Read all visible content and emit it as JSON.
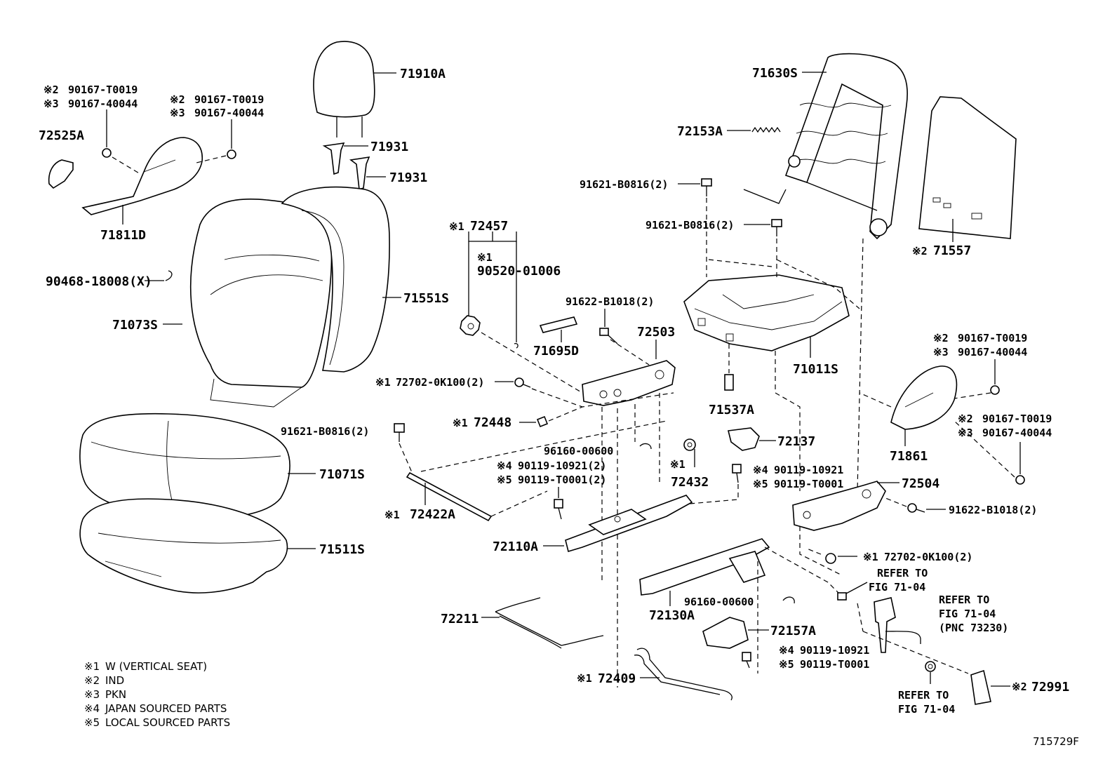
{
  "diagram_id": "715729F",
  "labels": {
    "p71910A": "71910A",
    "p71931a": "71931",
    "p71931b": "71931",
    "p71630S": "71630S",
    "p72153A": "72153A",
    "p71557": "71557",
    "p72525A": "72525A",
    "p71811D": "71811D",
    "p90468": "90468-18008(X)",
    "p71073S": "71073S",
    "p71551S": "71551S",
    "p72457": "72457",
    "p90520": "90520-01006",
    "p91622a": "91622-B1018(2)",
    "p71695D": "71695D",
    "p72503": "72503",
    "p91621a": "91621-B0816(2)",
    "p91621b": "91621-B0816(2)",
    "p71011S": "71011S",
    "p72702a": "72702-0K100(2)",
    "p72448": "72448",
    "p71537A": "71537A",
    "p91621c": "91621-B0816(2)",
    "p96160a": "96160-00600",
    "p72432": "72432",
    "p72137": "72137",
    "p71071S": "71071S",
    "p90119a": "90119-10921(2)",
    "p90119b": "90119-T0001(2)",
    "p90119c": "90119-10921",
    "p90119d": "90119-T0001",
    "p72504": "72504",
    "p72422A": "72422A",
    "p91622b": "91622-B1018(2)",
    "p71861": "71861",
    "p72110A": "72110A",
    "p71511S": "71511S",
    "p72702b": "72702-0K100(2)",
    "p72130A": "72130A",
    "p96160b": "96160-00600",
    "p72211": "72211",
    "p72157A": "72157A",
    "p90119e": "90119-10921",
    "p90119f": "90119-T0001",
    "p72409": "72409",
    "p72991": "72991",
    "refer1a": "REFER TO",
    "refer1b": "FIG 71-04",
    "refer2a": "REFER TO",
    "refer2b": "FIG 71-04",
    "refer2c": "(PNC 73230)",
    "refer3a": "REFER TO",
    "refer3b": "FIG 71-04",
    "tl1": "90167-T0019",
    "tl2": "90167-40044",
    "tm1": "90167-T0019",
    "tm2": "90167-40044",
    "tr1": "90167-T0019",
    "tr2": "90167-40044",
    "tr3": "90167-T0019",
    "tr4": "90167-40044"
  },
  "marks": {
    "m1": "※1",
    "m2": "※2",
    "m3": "※3",
    "m4": "※4",
    "m5": "※5"
  },
  "legend": [
    {
      "mark": "※1",
      "text": "W (VERTICAL  SEAT)"
    },
    {
      "mark": "※2",
      "text": "IND"
    },
    {
      "mark": "※3",
      "text": "PKN"
    },
    {
      "mark": "※4",
      "text": "JAPAN SOURCED PARTS"
    },
    {
      "mark": "※5",
      "text": "LOCAL SOURCED PARTS"
    }
  ]
}
